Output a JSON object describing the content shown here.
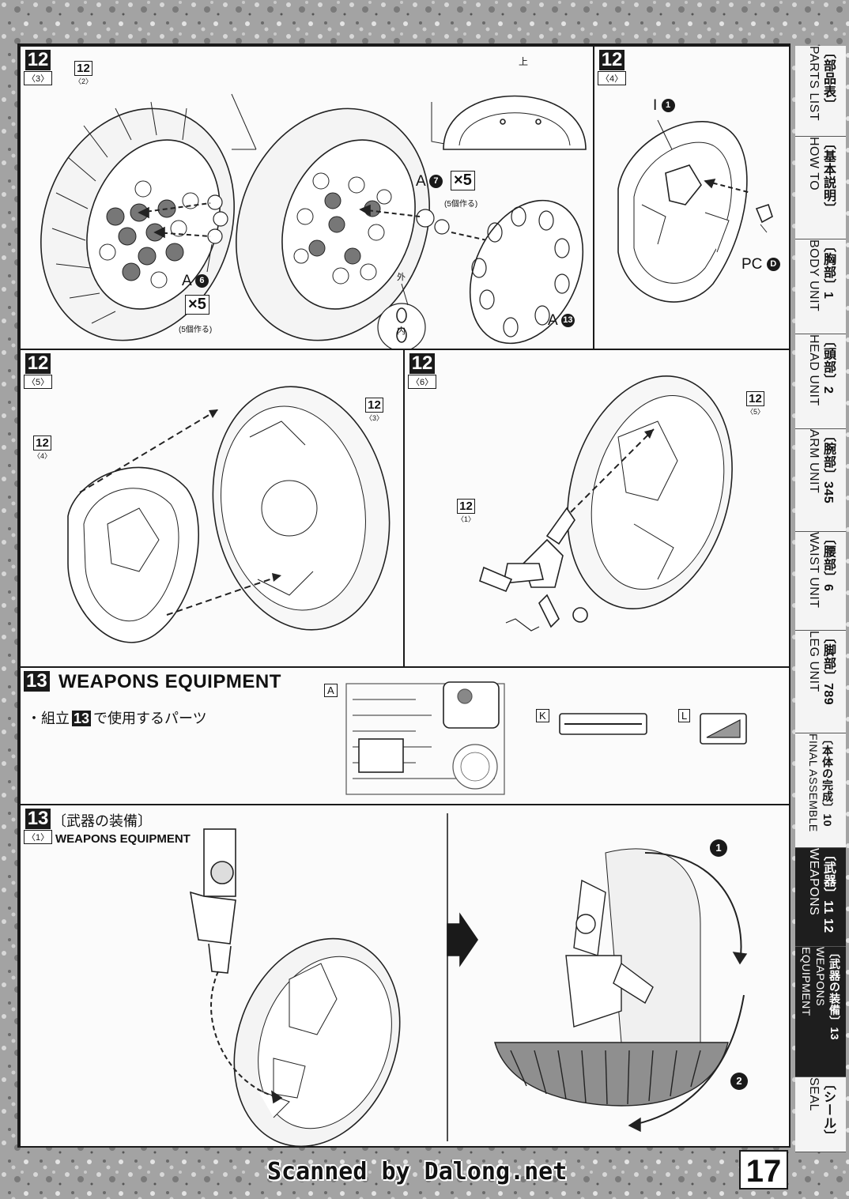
{
  "page_number": "17",
  "footer_credit": "Scanned by Dalong.net",
  "nav_tabs": [
    {
      "jp": "〔部品表〕",
      "en": "PARTS LIST",
      "active": false
    },
    {
      "jp": "〔基本説明〕",
      "en": "HOW TO",
      "active": false
    },
    {
      "jp": "〔胸部〕1",
      "en": "BODY UNIT",
      "active": false
    },
    {
      "jp": "〔頭部〕2",
      "en": "HEAD UNIT",
      "active": false
    },
    {
      "jp": "〔腕部〕345",
      "en": "ARM UNIT",
      "active": false
    },
    {
      "jp": "〔腰部〕6",
      "en": "WAIST UNIT",
      "active": false
    },
    {
      "jp": "〔脚部〕789",
      "en": "LEG UNIT",
      "active": false
    },
    {
      "jp": "〔本体の完成〕10",
      "en": "FINAL ASSEMBLE",
      "active": false
    },
    {
      "jp": "〔武器〕11 12",
      "en": "WEAPONS",
      "active": true
    },
    {
      "jp": "〔武器の装備〕13",
      "en": "WEAPONS EQUIPMENT",
      "active": true
    },
    {
      "jp": "〔シール〕",
      "en": "SEAL",
      "active": false
    }
  ],
  "step_12_3": {
    "step": "12",
    "sub": "〈3〉",
    "ref_tag": {
      "n": "12",
      "s": "〈2〉"
    },
    "part_a6": "A",
    "part_a6_no": "6",
    "qty": "5",
    "qty_note": "(5個作る)"
  },
  "step_12_3b": {
    "part_a7": "A",
    "part_a7_no": "7",
    "qty": "5",
    "qty_note": "(5個作る)",
    "top_label": "上",
    "outer_label": "外",
    "inner_label": "内",
    "part_a13": "A",
    "part_a13_no": "13"
  },
  "step_12_4": {
    "step": "12",
    "sub": "〈4〉",
    "part_i": "I",
    "part_i_no": "1",
    "part_pc": "PC",
    "part_pc_no": "D"
  },
  "step_12_5": {
    "step": "12",
    "sub": "〈5〉",
    "tag_left": {
      "n": "12",
      "s": "〈4〉"
    },
    "tag_right": {
      "n": "12",
      "s": "〈3〉"
    }
  },
  "step_12_6": {
    "step": "12",
    "sub": "〈6〉",
    "tag_top": {
      "n": "12",
      "s": "〈5〉"
    },
    "tag_left": {
      "n": "12",
      "s": "〈1〉"
    }
  },
  "step_13_header": {
    "step": "13",
    "title": "WEAPONS EQUIPMENT",
    "note_prefix": "・組立",
    "note_num": "13",
    "note_suffix": "で使用するパーツ",
    "runner_a": "A",
    "runner_k": "K",
    "runner_l": "L"
  },
  "step_13_1": {
    "step": "13",
    "sub": "〈1〉",
    "title_jp": "〔武器の装備〕",
    "title_en": "WEAPONS EQUIPMENT",
    "arrow1": "1",
    "arrow2": "2"
  }
}
